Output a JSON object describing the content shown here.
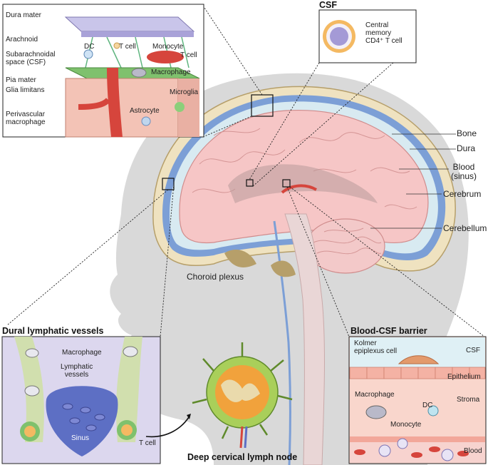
{
  "titles": {
    "csf": "CSF",
    "dural_lymphatic": "Dural lymphatic vessels",
    "blood_csf_barrier": "Blood-CSF barrier",
    "deep_cervical": "Deep cervical lymph node",
    "choroid_plexus": "Choroid plexus"
  },
  "meninges_inset": {
    "dura_mater": "Dura mater",
    "arachnoid": "Arachnoid",
    "subarachnoid": "Subarachnoidal\nspace (CSF)",
    "pia_mater": "Pia mater",
    "glia_limitans": "Glia limitans",
    "perivascular": "Perivascular\nmacrophage",
    "dc": "DC",
    "t_cell": "T cell",
    "monocyte": "Monocyte",
    "t_cell_2": "T cell",
    "macrophage": "Macrophage",
    "astrocyte": "Astrocyte",
    "microglia": "Microglia"
  },
  "csf_inset": {
    "cell_label": "Central\nmemory\nCD4⁺ T cell"
  },
  "brain_labels": {
    "bone": "Bone",
    "dura": "Dura",
    "blood_sinus": "Blood\n(sinus)",
    "cerebrum": "Cerebrum",
    "cerebellum": "Cerebellum"
  },
  "lymphatic_inset": {
    "macrophage": "Macrophage",
    "lymphatic_vessels": "Lymphatic\nvessels",
    "sinus": "Sinus",
    "t_cell": "T cell"
  },
  "barrier_inset": {
    "kolmer": "Kolmer\nepiplexus cell",
    "csf": "CSF",
    "epithelium": "Epithelium",
    "macrophage": "Macrophage",
    "stroma": "Stroma",
    "dc": "DC",
    "monocyte": "Monocyte",
    "blood": "Blood"
  },
  "colors": {
    "head_gray": "#d9d9d9",
    "brain_pink": "#f6c6c6",
    "skull_beige": "#efe2c0",
    "dura_blue": "#7c9fd6",
    "csf_blue": "#d8eaf1",
    "sinus_blue": "#5d6fc4",
    "vessel_red": "#d6453c",
    "lymph_green": "#cfe0a6"
  }
}
